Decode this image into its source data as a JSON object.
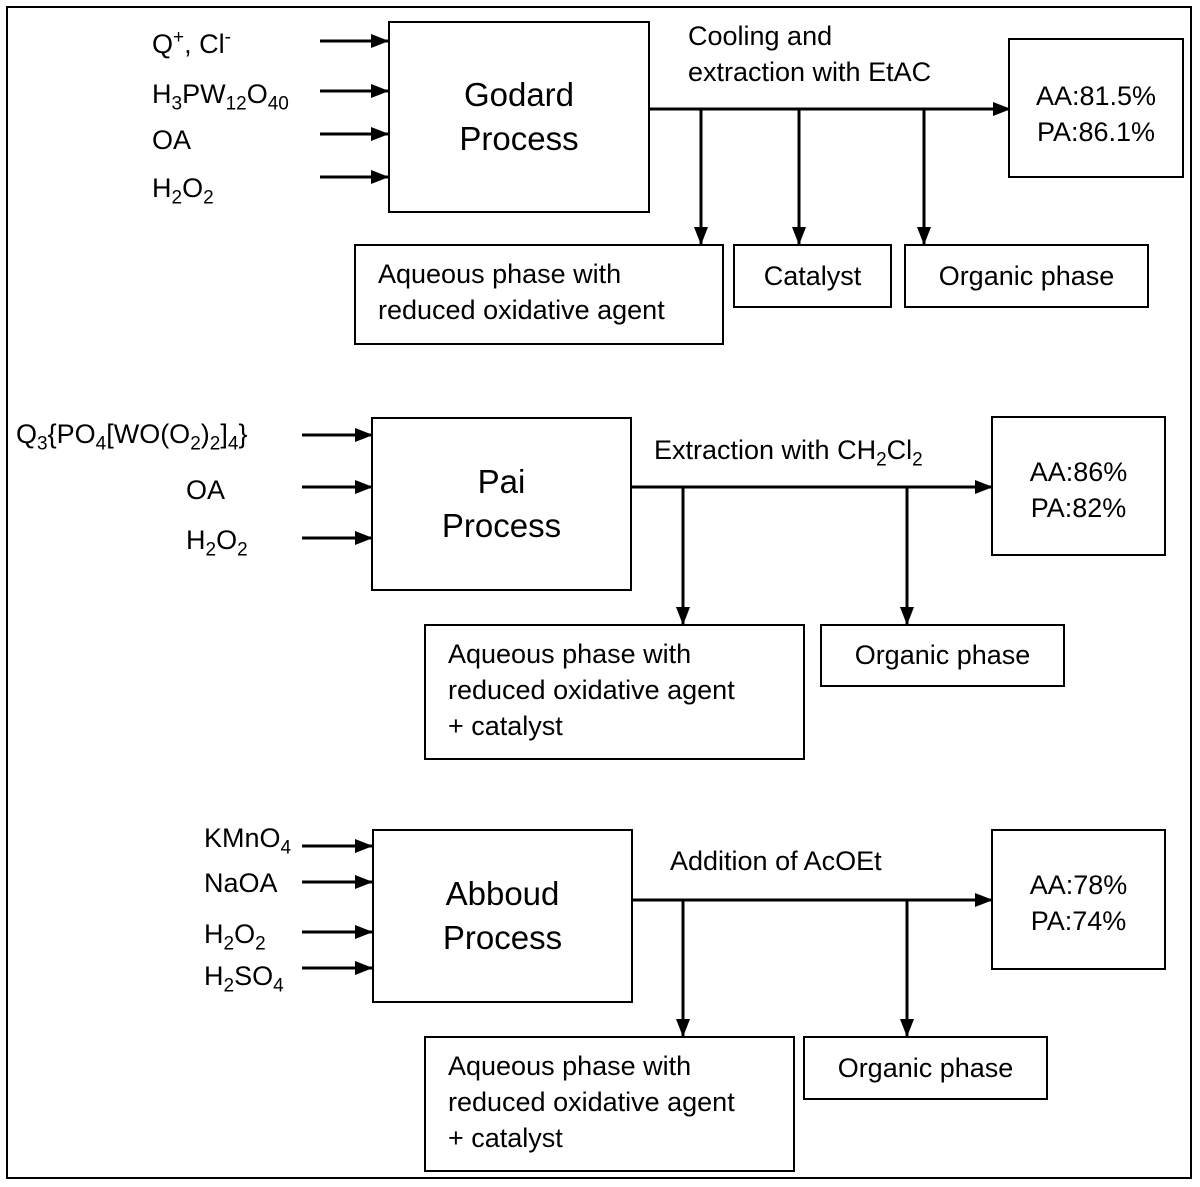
{
  "godard": {
    "title_l1": "Godard",
    "title_l2": "Process",
    "inputs": {
      "qcl": {
        "a": "Q",
        "a_sup": "+",
        "b": ", Cl",
        "b_sup": "-"
      },
      "hpw": {
        "a": "H",
        "s1": "3",
        "b": "PW",
        "s2": "12",
        "c": "O",
        "s3": "40"
      },
      "oa": "OA",
      "h2o2": {
        "a": "H",
        "s1": "2",
        "b": "O",
        "s2": "2"
      }
    },
    "step_l1": "Cooling and",
    "step_l2": "extraction with EtAC",
    "outputs": {
      "aqueous_l1": "Aqueous phase with",
      "aqueous_l2": "reduced oxidative agent",
      "catalyst": "Catalyst",
      "organic": "Organic phase"
    },
    "result": {
      "aa": "AA:81.5%",
      "pa": "PA:86.1%"
    }
  },
  "pai": {
    "title_l1": "Pai",
    "title_l2": "Process",
    "inputs": {
      "q3": {
        "a": "Q",
        "s1": "3",
        "b": "{PO",
        "s2": "4",
        "c": "[WO(O",
        "s3": "2",
        "d": ")",
        "s4": "2",
        "e": "]",
        "s5": "4",
        "f": "}"
      },
      "oa": "OA",
      "h2o2": {
        "a": "H",
        "s1": "2",
        "b": "O",
        "s2": "2"
      }
    },
    "step": {
      "a": "Extraction with CH",
      "s1": "2",
      "b": "Cl",
      "s2": "2"
    },
    "outputs": {
      "aqueous_l1": "Aqueous phase with",
      "aqueous_l2": "reduced oxidative agent",
      "aqueous_l3": "+ catalyst",
      "organic": "Organic phase"
    },
    "result": {
      "aa": "AA:86%",
      "pa": "PA:82%"
    }
  },
  "abboud": {
    "title_l1": "Abboud",
    "title_l2": "Process",
    "inputs": {
      "kmno4": {
        "a": "KMnO",
        "s1": "4"
      },
      "naoa": "NaOA",
      "h2o2": {
        "a": "H",
        "s1": "2",
        "b": "O",
        "s2": "2"
      },
      "h2so4": {
        "a": "H",
        "s1": "2",
        "b": "SO",
        "s2": "4"
      }
    },
    "step": "Addition of AcOEt",
    "outputs": {
      "aqueous_l1": "Aqueous phase with",
      "aqueous_l2": "reduced oxidative agent",
      "aqueous_l3": "+ catalyst",
      "organic": "Organic phase"
    },
    "result": {
      "aa": "AA:78%",
      "pa": "PA:74%"
    }
  }
}
